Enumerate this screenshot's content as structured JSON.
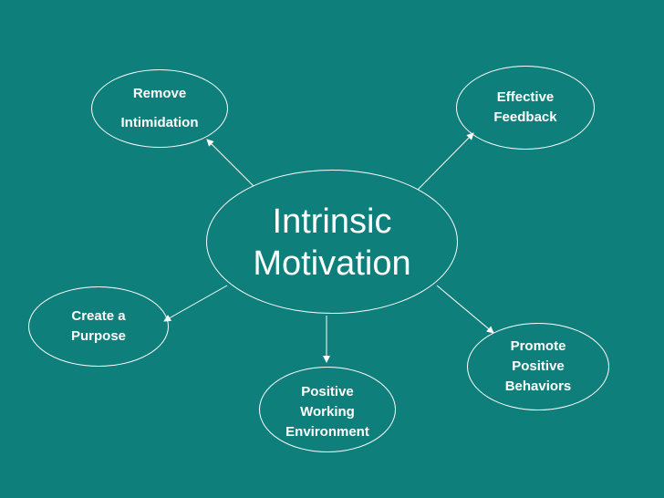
{
  "diagram": {
    "center": {
      "lines": [
        "Intrinsic",
        "Motivation"
      ]
    },
    "nodes": {
      "remove": {
        "lines": [
          "Remove",
          "Intimidation"
        ]
      },
      "feedback": {
        "lines": [
          "Effective",
          "Feedback"
        ]
      },
      "purpose": {
        "lines": [
          "Create a",
          "Purpose"
        ]
      },
      "behaviors": {
        "lines": [
          "Promote",
          "Positive",
          "Behaviors"
        ]
      },
      "environment": {
        "lines": [
          "Positive",
          "Working",
          "Environment"
        ]
      }
    },
    "edges": [
      {
        "from": "center",
        "to": "remove"
      },
      {
        "from": "center",
        "to": "feedback"
      },
      {
        "from": "center",
        "to": "purpose"
      },
      {
        "from": "center",
        "to": "environment"
      },
      {
        "from": "center",
        "to": "behaviors"
      }
    ],
    "colors": {
      "background": "#0f7f7b",
      "foreground": "#ffffff"
    }
  }
}
